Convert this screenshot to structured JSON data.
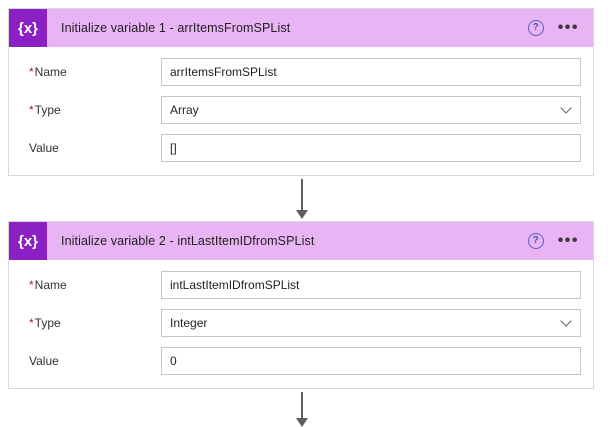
{
  "flow": {
    "cards": [
      {
        "icon_glyph": "{x}",
        "icon_name": "variable-icon",
        "title": "Initialize variable 1 - arrItemsFromSPList",
        "help_glyph": "?",
        "ellipsis_glyph": "•••",
        "fields": [
          {
            "label": "Name",
            "required": true,
            "type": "text",
            "value": "arrItemsFromSPList",
            "placeholder": ""
          },
          {
            "label": "Type",
            "required": true,
            "type": "select",
            "value": "Array",
            "placeholder": ""
          },
          {
            "label": "Value",
            "required": false,
            "type": "text",
            "value": "[]",
            "placeholder": ""
          }
        ]
      },
      {
        "icon_glyph": "{x}",
        "icon_name": "variable-icon",
        "title": "Initialize variable 2 - intLastItemIDfromSPList",
        "help_glyph": "?",
        "ellipsis_glyph": "•••",
        "fields": [
          {
            "label": "Name",
            "required": true,
            "type": "text",
            "value": "intLastItemIDfromSPList",
            "placeholder": ""
          },
          {
            "label": "Type",
            "required": true,
            "type": "select",
            "value": "Integer",
            "placeholder": ""
          },
          {
            "label": "Value",
            "required": false,
            "type": "text",
            "value": "0",
            "placeholder": ""
          }
        ]
      }
    ],
    "colors": {
      "header_band": "#e8b4f3",
      "icon_block": "#8b20c4",
      "required_star": "#a4262c",
      "connector": "#605e5c",
      "border": "#d9d9d9"
    }
  }
}
